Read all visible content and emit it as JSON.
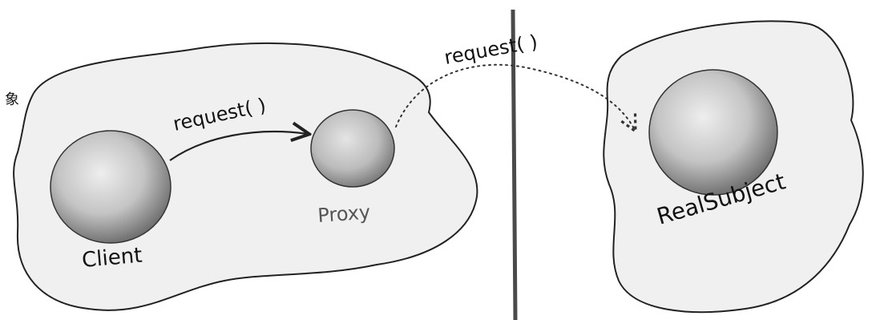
{
  "diagram": {
    "left_region_text": "Client",
    "proxy_text": "Proxy",
    "real_subject_text": "RealSubject",
    "request_label_local": "request( )",
    "request_label_remote": "request( )",
    "margin_glyph": "象"
  },
  "colors": {
    "outline": "#222222",
    "region_fill": "#eeeeee",
    "sphere_light": "#e6e6e6",
    "sphere_mid": "#bdbdbd",
    "sphere_dark": "#6f6f6f",
    "divider": "#555555"
  }
}
